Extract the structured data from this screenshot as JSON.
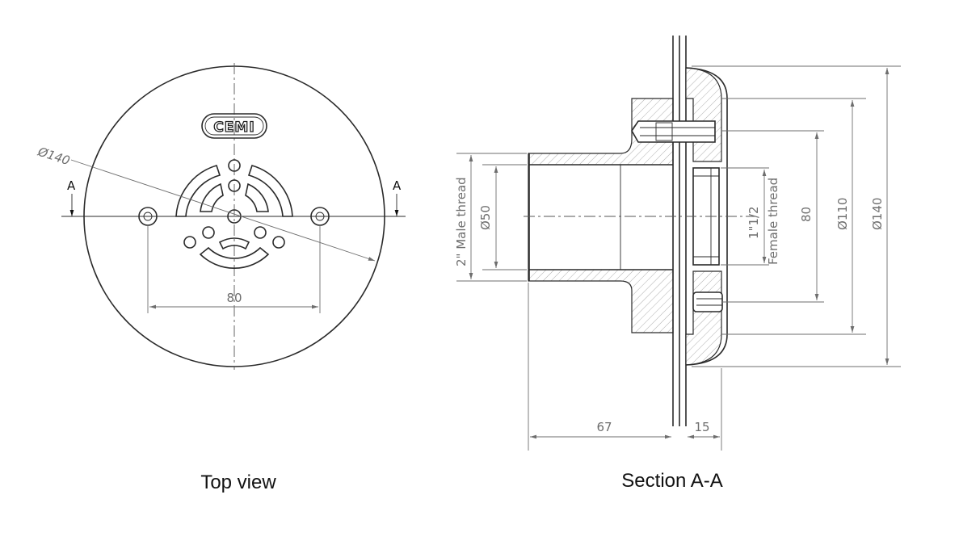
{
  "top_view": {
    "caption": "Top view",
    "logo_text": "CEMI",
    "dim_diameter": "Ø140",
    "dim_bolt_spacing": "80",
    "section_mark_left": "A",
    "section_mark_right": "A"
  },
  "section_view": {
    "caption": "Section A-A",
    "dim_male_thread": "2\" Male thread",
    "dim_d50": "Ø50",
    "dim_female_size": "1\"1/2",
    "dim_female_thread": "Female thread",
    "dim_80": "80",
    "dim_d110": "Ø110",
    "dim_d140": "Ø140",
    "dim_67": "67",
    "dim_15": "15"
  },
  "colors": {
    "line": "#2a2a2a",
    "dimension": "#6e6e6e",
    "background": "#ffffff"
  }
}
